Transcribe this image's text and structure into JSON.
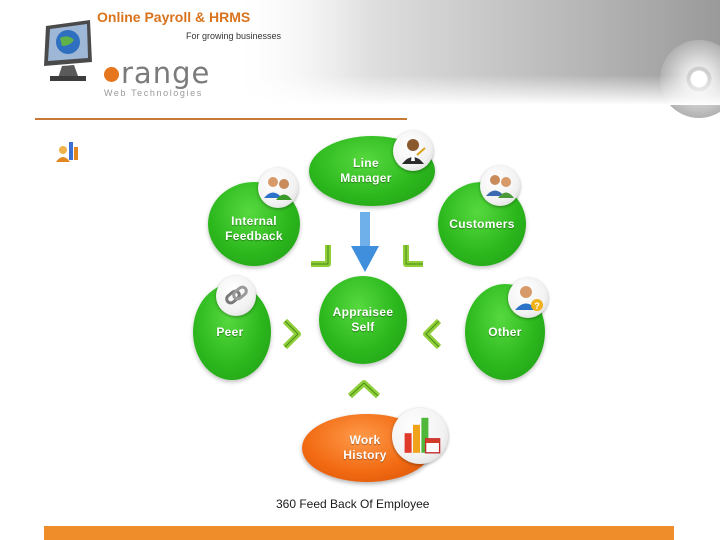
{
  "header": {
    "title": "Online Payroll & HRMS",
    "tagline": "For growing businesses",
    "logo": {
      "word": "range",
      "subtitle": "Web Technologies"
    }
  },
  "diagram": {
    "center": "Appraisee\nSelf",
    "nodes": {
      "line_manager": "Line\nManager",
      "internal_feedback": "Internal\nFeedback",
      "customers": "Customers",
      "peer": "Peer",
      "other": "Other",
      "work_history": "Work\nHistory"
    },
    "colors": {
      "node": "#2cb81d",
      "work_history": "#f26a12",
      "arrow": "#8fcf3a",
      "down_arrow": "#4a9be0"
    }
  },
  "caption": "360 Feed Back Of Employee",
  "colors": {
    "title": "#d9731c",
    "footer": "#ef8d2a"
  }
}
